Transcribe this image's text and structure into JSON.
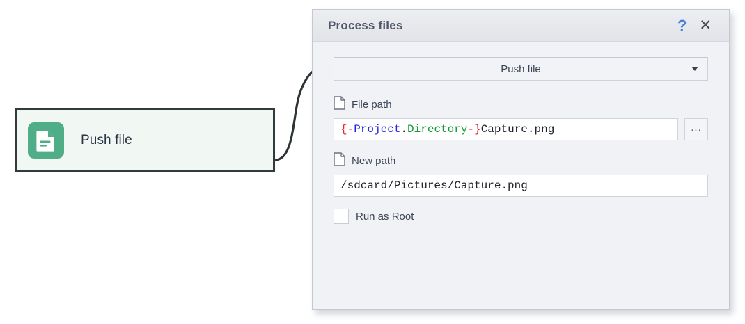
{
  "node": {
    "label": "Push file",
    "icon": "document-icon",
    "icon_color": "#4fae87",
    "border_color": "#333a3d",
    "fill_color": "#f1f8f3"
  },
  "dialog": {
    "title": "Process files",
    "help_label": "?",
    "close_label": "✕",
    "accent_color": "#4a7ed8",
    "action_select": {
      "value": "Push file",
      "options": [
        "Push file"
      ]
    },
    "fields": [
      {
        "icon": "file-icon",
        "label": "File path",
        "value": "{-Project.Directory-}Capture.png",
        "value_tokens": [
          {
            "text": "{",
            "color": "#e8232a"
          },
          {
            "text": "-",
            "color": "#e8232a"
          },
          {
            "text": "Project",
            "color": "#2222e0"
          },
          {
            "text": ".",
            "color": "#20242b"
          },
          {
            "text": "Directory",
            "color": "#0f9a30"
          },
          {
            "text": "-",
            "color": "#e8232a"
          },
          {
            "text": "}",
            "color": "#e8232a"
          },
          {
            "text": "Capture.png",
            "color": "#20242b"
          }
        ],
        "browse_label": "..."
      },
      {
        "icon": "file-icon",
        "label": "New path",
        "value": "/sdcard/Pictures/Capture.png",
        "value_tokens": [
          {
            "text": "/sdcard/Pictures/Capture.png",
            "color": "#20242b"
          }
        ],
        "browse_label": null
      }
    ],
    "checkbox": {
      "label": "Run as Root",
      "checked": false
    }
  }
}
